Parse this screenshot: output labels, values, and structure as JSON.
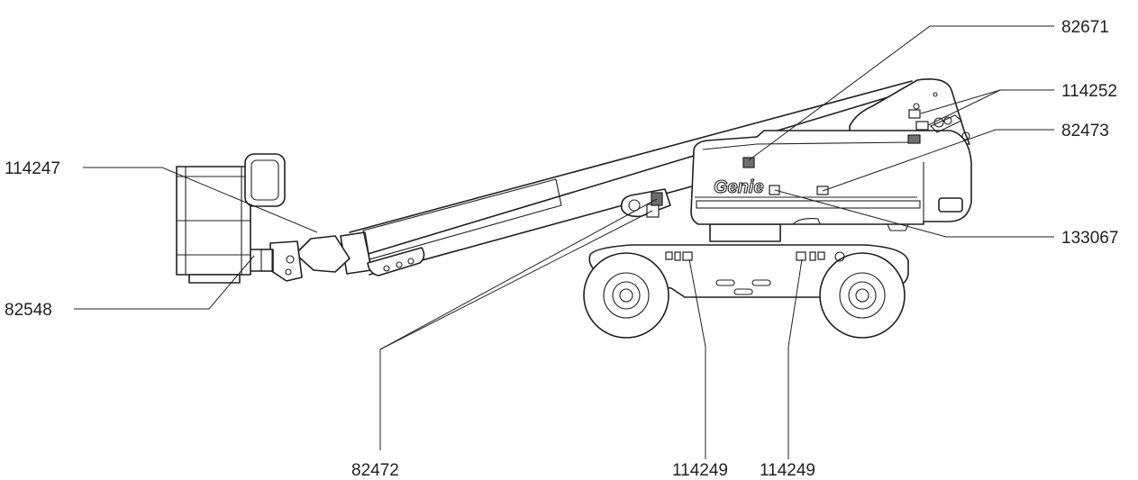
{
  "brand_logo": "Genie",
  "callouts": {
    "c82671": "82671",
    "c114252": "114252",
    "c82473": "82473",
    "c133067": "133067",
    "c114247": "114247",
    "c82548": "82548",
    "c82472": "82472",
    "c114249a": "114249",
    "c114249b": "114249"
  },
  "colors": {
    "line": "#231f20",
    "decal_dark": "#6d6e71",
    "background": "#ffffff"
  }
}
